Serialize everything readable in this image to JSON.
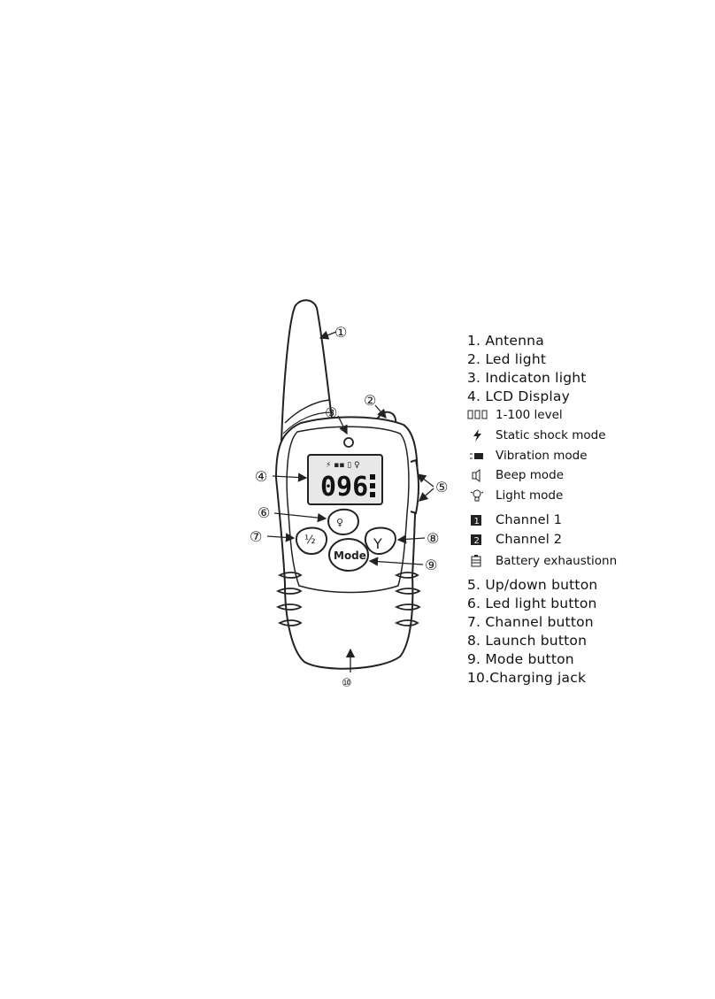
{
  "callouts": [
    "①",
    "②",
    "③",
    "④",
    "⑤",
    "⑥",
    "⑦",
    "⑧",
    "⑨",
    "⑩"
  ],
  "device": {
    "lcd_digits": "096",
    "mode_button_label": "Mode",
    "channel_button_label": "½"
  },
  "legend": {
    "items": [
      {
        "text": "1. Antenna"
      },
      {
        "text": "2. Led light"
      },
      {
        "text": "3. Indicaton light"
      },
      {
        "text": "4. LCD Display"
      },
      {
        "text": "1-100 level",
        "icon": "segment-digits-icon"
      },
      {
        "text": "Static shock mode",
        "icon": "lightning-bolt-icon"
      },
      {
        "text": "Vibration mode",
        "icon": "vibration-icon"
      },
      {
        "text": "Beep mode",
        "icon": "speaker-icon"
      },
      {
        "text": "Light mode",
        "icon": "lightbulb-icon"
      },
      {
        "text": "Channel 1",
        "icon": "channel-1-icon"
      },
      {
        "text": "Channel 2",
        "icon": "channel-2-icon"
      },
      {
        "text": "Battery exhaustionn",
        "icon": "battery-icon"
      },
      {
        "text": "5. Up/down button"
      },
      {
        "text": "6. Led light button"
      },
      {
        "text": "7. Channel button"
      },
      {
        "text": "8. Launch button"
      },
      {
        "text": "9. Mode button"
      },
      {
        "text": "10.Charging jack"
      }
    ]
  },
  "colors": {
    "line": "#222222",
    "background": "#ffffff"
  }
}
